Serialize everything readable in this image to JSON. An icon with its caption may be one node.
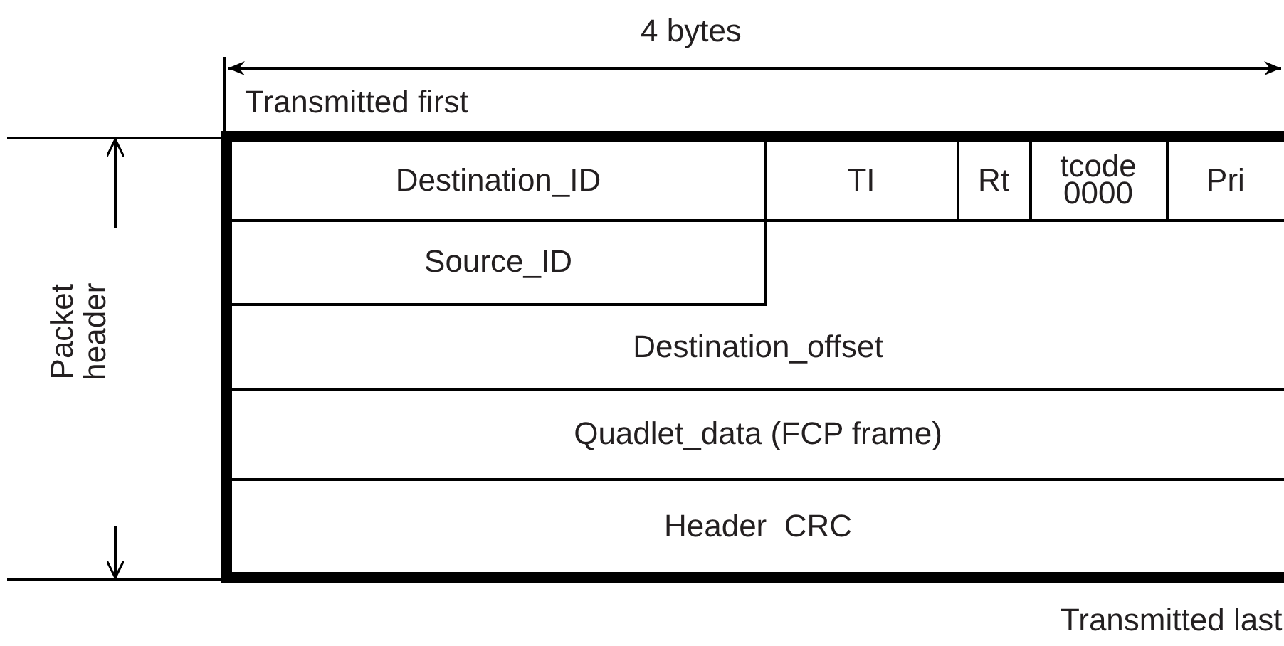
{
  "diagram": {
    "nodes": [
      {
        "text": [
          "Destination_ID"
        ]
      },
      {
        "text": [
          "TI"
        ]
      },
      {
        "text": [
          "Rt"
        ]
      },
      {
        "text": [
          "tcode 0000"
        ]
      },
      {
        "text": [
          "Pri"
        ]
      },
      {
        "text": [
          "Source_ID"
        ]
      },
      {
        "text": [
          "Destination_offset"
        ]
      },
      {
        "text": [
          "Quadlet_data (FCP frame)"
        ]
      },
      {
        "text": [
          "Header  CRC"
        ]
      }
    ],
    "labels": [
      "4 bytes",
      "Transmitted first",
      "Packet header",
      "Transmitted last"
    ]
  }
}
